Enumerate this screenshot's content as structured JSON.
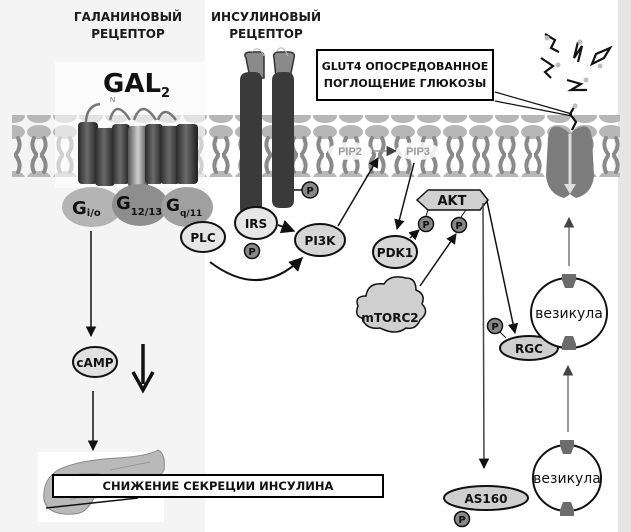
{
  "headings": {
    "galanin_receptor": [
      "ГАЛАНИНОВЫЙ",
      "РЕЦЕПТОР"
    ],
    "insulin_receptor": [
      "ИНСУЛИНОВЫЙ",
      "РЕЦЕПТОР"
    ]
  },
  "gal2": {
    "main": "GAL",
    "sub": "2",
    "n_terminus": "N"
  },
  "g_proteins": [
    {
      "main": "G",
      "sub": "i/o"
    },
    {
      "main": "G",
      "sub": "12/13"
    },
    {
      "main": "G",
      "sub": "q/11"
    }
  ],
  "nodes": {
    "plc": "PLC",
    "irs": "IRS",
    "pi3k": "PI3K",
    "pip2": "PIP2",
    "pip3": "PIP3",
    "pdk1": "PDK1",
    "akt": "AKT",
    "mtorc2": "mTORC2",
    "rgc": "RGC",
    "as160": "AS160",
    "camp": "cAMP",
    "phospho": "P"
  },
  "vesicles": [
    "везикула",
    "везикула"
  ],
  "callouts": {
    "glut4": [
      "GLUT4 ОПОСРЕДОВАННОЕ",
      "ПОГЛОЩЕНИЕ ГЛЮКОЗЫ"
    ],
    "insulin_secretion": "СНИЖЕНИЕ СЕКРЕЦИИ ИНСУЛИНА"
  },
  "colors": {
    "background": "#f2f2f2",
    "membrane": "#b4b4b4",
    "membrane_tail": "#8a8a8a",
    "node_fill": "#d6d6d6",
    "dark_node": "#7a7a7a",
    "receptor_dark": "#3a3a3a",
    "receptor_light": "#8c8c8c",
    "glut4": "#7c7c7c",
    "line": "#111111"
  }
}
